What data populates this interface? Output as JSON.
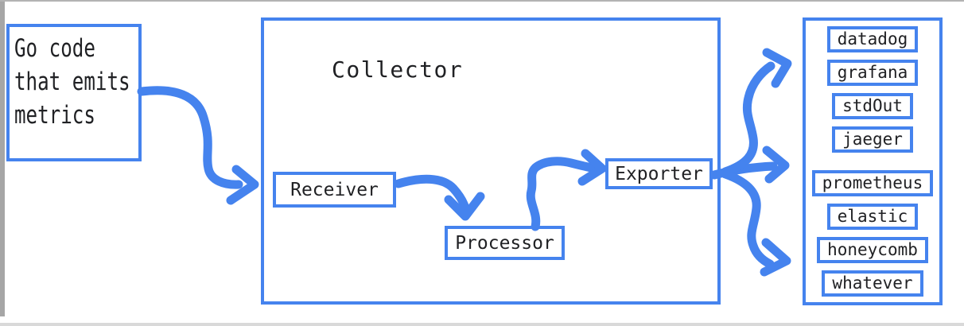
{
  "colors": {
    "accent": "#4583ee",
    "text": "#202124",
    "window_edge_gray": "#a6a6a6",
    "window_edge_light": "#d9d9d9"
  },
  "source": {
    "lines": [
      "Go code",
      "that emits",
      "metrics"
    ]
  },
  "collector": {
    "title": "Collector",
    "receiver_label": "Receiver",
    "processor_label": "Processor",
    "exporter_label": "Exporter"
  },
  "destinations": [
    "datadog",
    "grafana",
    "stdOut",
    "jaeger",
    "prometheus",
    "elastic",
    "honeycomb",
    "whatever"
  ]
}
